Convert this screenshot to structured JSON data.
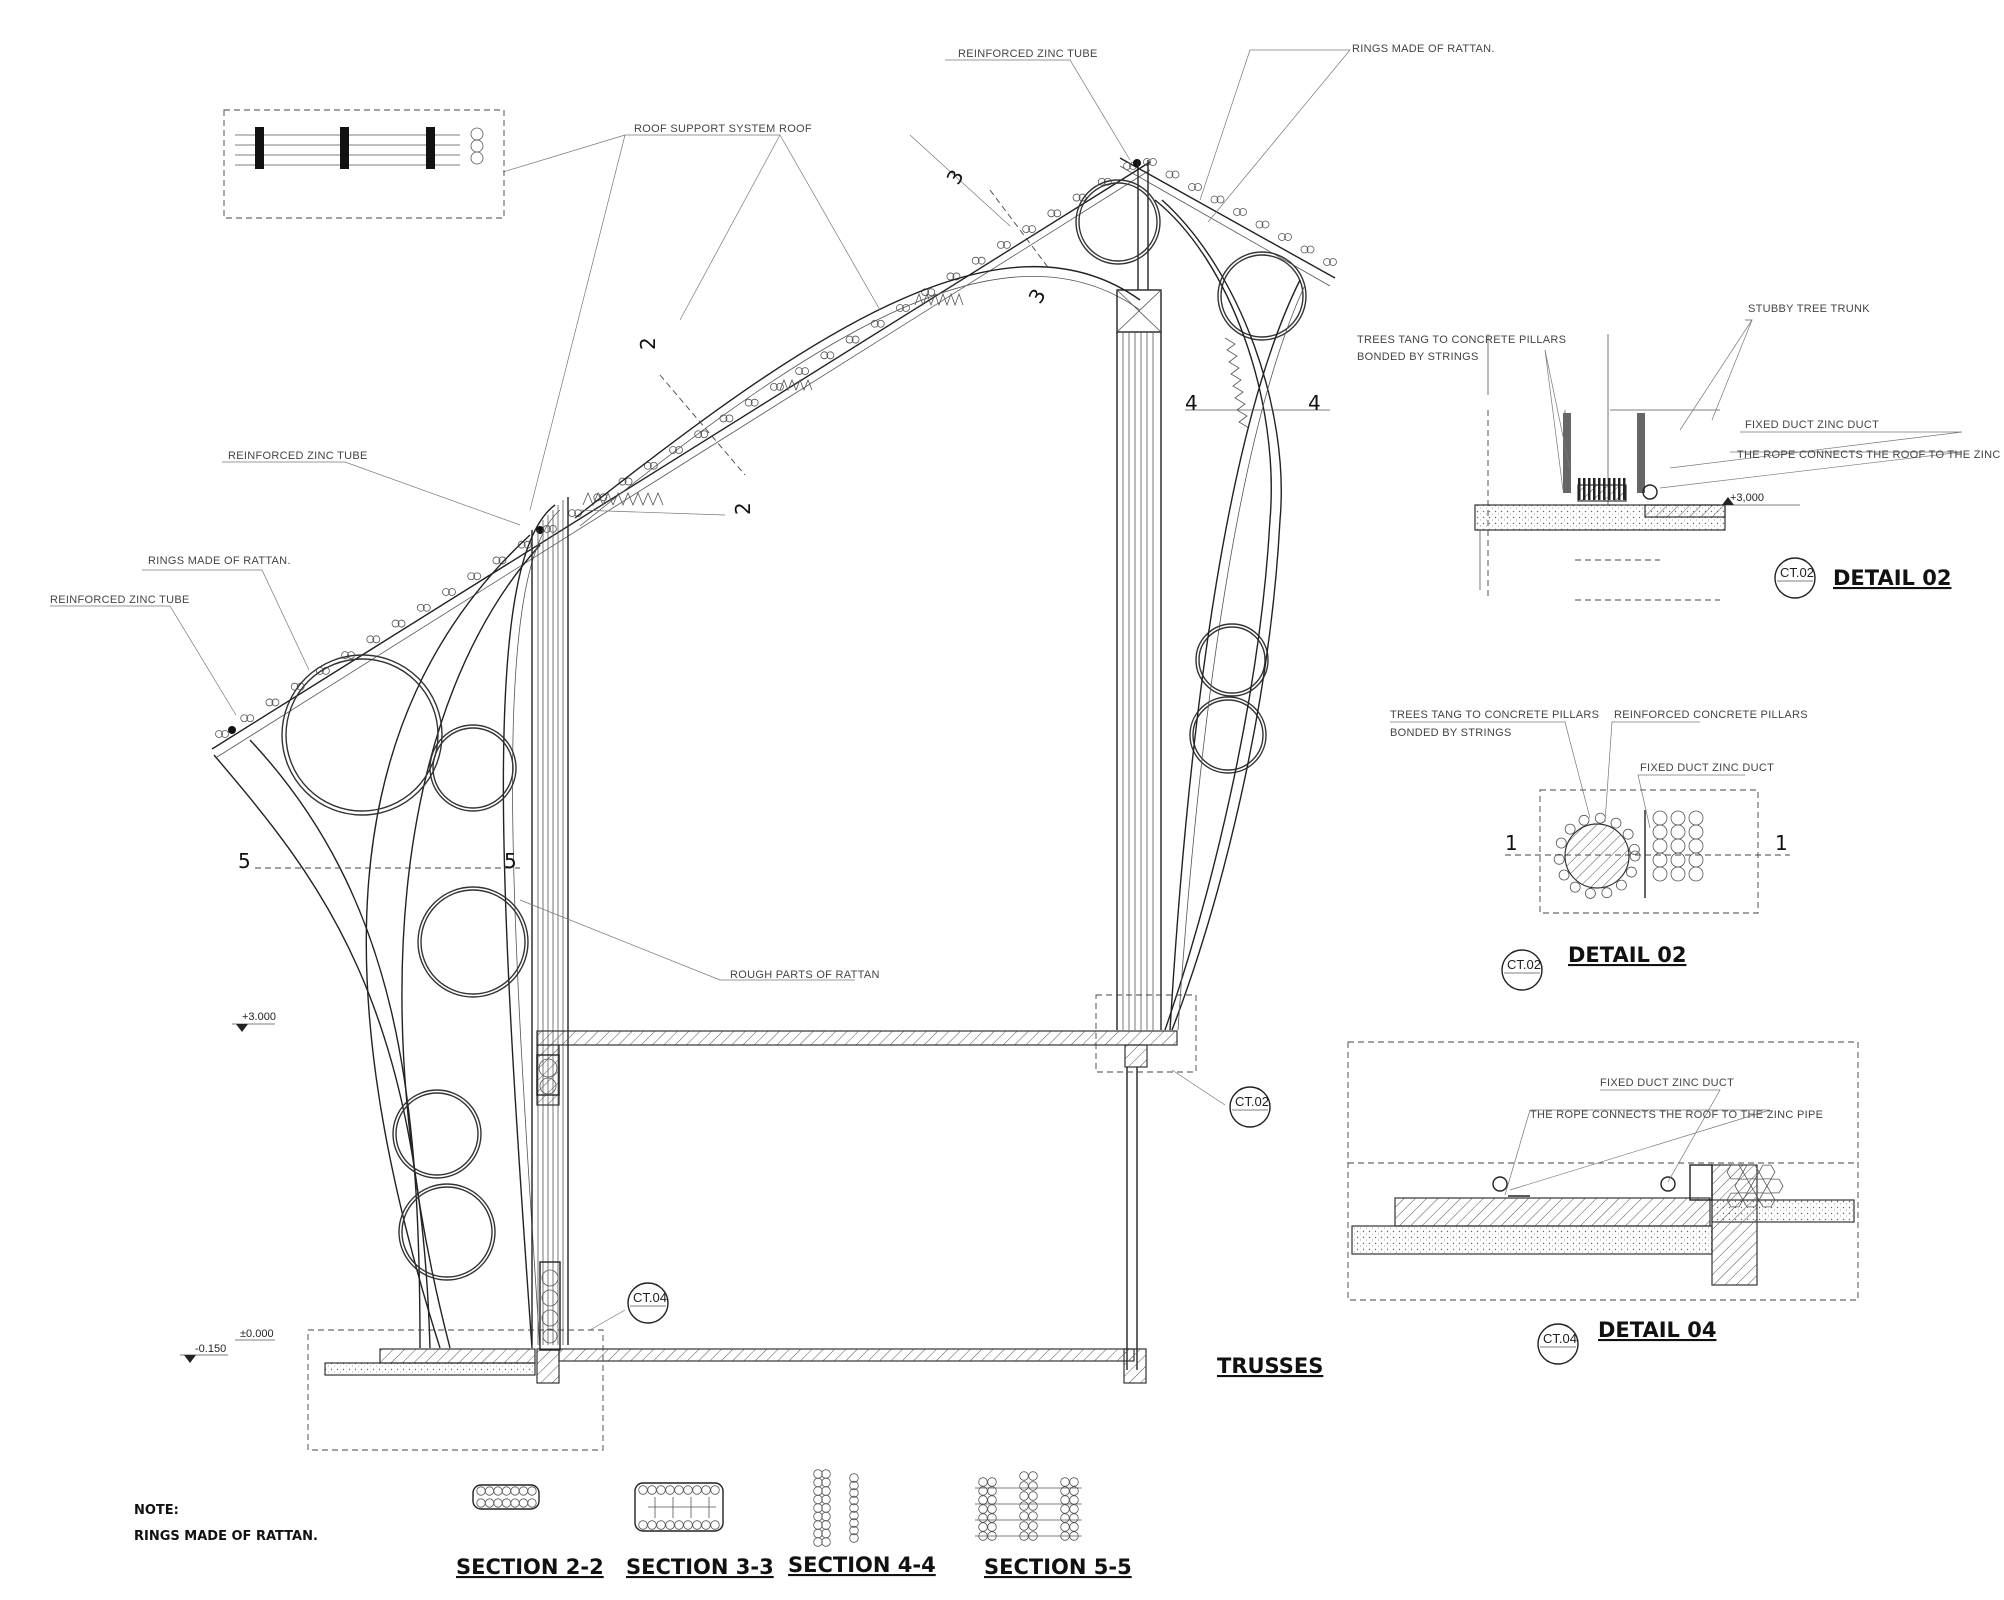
{
  "callouts": {
    "roof_support": "ROOF SUPPORT SYSTEM ROOF",
    "zinc_tube_top": "REINFORCED ZINC TUBE",
    "rattan_rings_top": "RINGS MADE OF RATTAN.",
    "zinc_tube_mid": "REINFORCED ZINC TUBE",
    "rattan_rings_left": "RINGS MADE OF RATTAN.",
    "zinc_tube_left": "REINFORCED ZINC TUBE",
    "rough_rattan": "ROUGH PARTS OF RATTAN"
  },
  "section_marks": {
    "two": "2",
    "three": "3",
    "four": "4",
    "five": "5",
    "one": "1"
  },
  "levels": {
    "plus_3000": "+3.000",
    "zero": "±0.000",
    "minus_0150": "-0.150",
    "detail_plus_3000": "+3,000"
  },
  "refs": {
    "ct02": "CT.02",
    "ct04": "CT.04"
  },
  "main_title": "TRUSSES",
  "detail_a": {
    "label_trees": "TREES TANG TO CONCRETE PILLARS",
    "label_bonded": "BONDED BY STRINGS",
    "label_stubby": "STUBBY TREE TRUNK",
    "label_duct": "FIXED DUCT ZINC DUCT",
    "label_rope": "THE ROPE CONNECTS THE ROOF TO THE ZINC PIPE",
    "ref": "CT.02",
    "title": "DETAIL 02"
  },
  "detail_b": {
    "label_trees": "TREES TANG TO CONCRETE PILLARS",
    "label_bonded": "BONDED BY STRINGS",
    "label_pillars": "REINFORCED CONCRETE PILLARS",
    "label_duct": "FIXED DUCT ZINC DUCT",
    "ref": "CT.02",
    "title": "DETAIL 02"
  },
  "detail_c": {
    "label_duct": "FIXED DUCT ZINC DUCT",
    "label_rope": "THE ROPE CONNECTS THE ROOF TO THE ZINC PIPE",
    "ref": "CT.04",
    "title": "DETAIL 04"
  },
  "note": {
    "heading": "NOTE:",
    "text": "RINGS MADE OF RATTAN."
  },
  "sections": [
    "SECTION 2-2",
    "SECTION 3-3",
    "SECTION 4-4",
    "SECTION 5-5"
  ]
}
